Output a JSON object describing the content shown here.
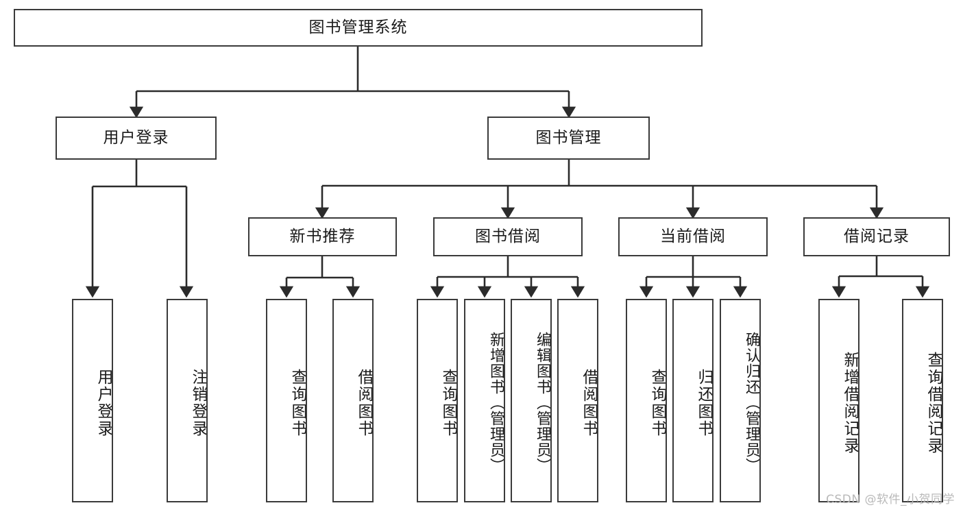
{
  "diagram": {
    "type": "tree-hierarchy",
    "title": "图书管理系统",
    "root": {
      "id": "root",
      "label": "图书管理系统"
    },
    "level2": [
      {
        "id": "user-login",
        "label": "用户登录"
      },
      {
        "id": "book-manage",
        "label": "图书管理"
      }
    ],
    "level3": [
      {
        "id": "new-book-recommend",
        "label": "新书推荐",
        "parent": "book-manage"
      },
      {
        "id": "book-borrow",
        "label": "图书借阅",
        "parent": "book-manage"
      },
      {
        "id": "current-borrow",
        "label": "当前借阅",
        "parent": "book-manage"
      },
      {
        "id": "borrow-record",
        "label": "借阅记录",
        "parent": "book-manage"
      }
    ],
    "leaves": [
      {
        "id": "leaf-user-login",
        "label": "用户登录",
        "parent": "user-login"
      },
      {
        "id": "leaf-user-logout",
        "label": "注销登录",
        "parent": "user-login"
      },
      {
        "id": "leaf-query-book-1",
        "label": "查询图书",
        "parent": "new-book-recommend"
      },
      {
        "id": "leaf-borrow-book-1",
        "label": "借阅图书",
        "parent": "new-book-recommend"
      },
      {
        "id": "leaf-query-book-2",
        "label": "查询图书",
        "parent": "book-borrow"
      },
      {
        "id": "leaf-add-book",
        "label": "新增图书（管理员）",
        "parent": "book-borrow"
      },
      {
        "id": "leaf-edit-book",
        "label": "编辑图书（管理员）",
        "parent": "book-borrow"
      },
      {
        "id": "leaf-borrow-book-2",
        "label": "借阅图书",
        "parent": "book-borrow"
      },
      {
        "id": "leaf-query-book-3",
        "label": "查询图书",
        "parent": "current-borrow"
      },
      {
        "id": "leaf-return-book",
        "label": "归还图书",
        "parent": "current-borrow"
      },
      {
        "id": "leaf-confirm-return",
        "label": "确认归还（管理员）",
        "parent": "current-borrow"
      },
      {
        "id": "leaf-add-record",
        "label": "新增借阅记录",
        "parent": "borrow-record"
      },
      {
        "id": "leaf-query-record",
        "label": "查询借阅记录",
        "parent": "borrow-record"
      }
    ],
    "colors": {
      "box_border": "#3a3a3a",
      "box_fill": "#ffffff",
      "connector": "#2b2b2b",
      "text": "#1a1a1a",
      "watermark": "#b9b9b9"
    }
  },
  "watermark": {
    "text": "CSDN @软件_小贺同学"
  }
}
